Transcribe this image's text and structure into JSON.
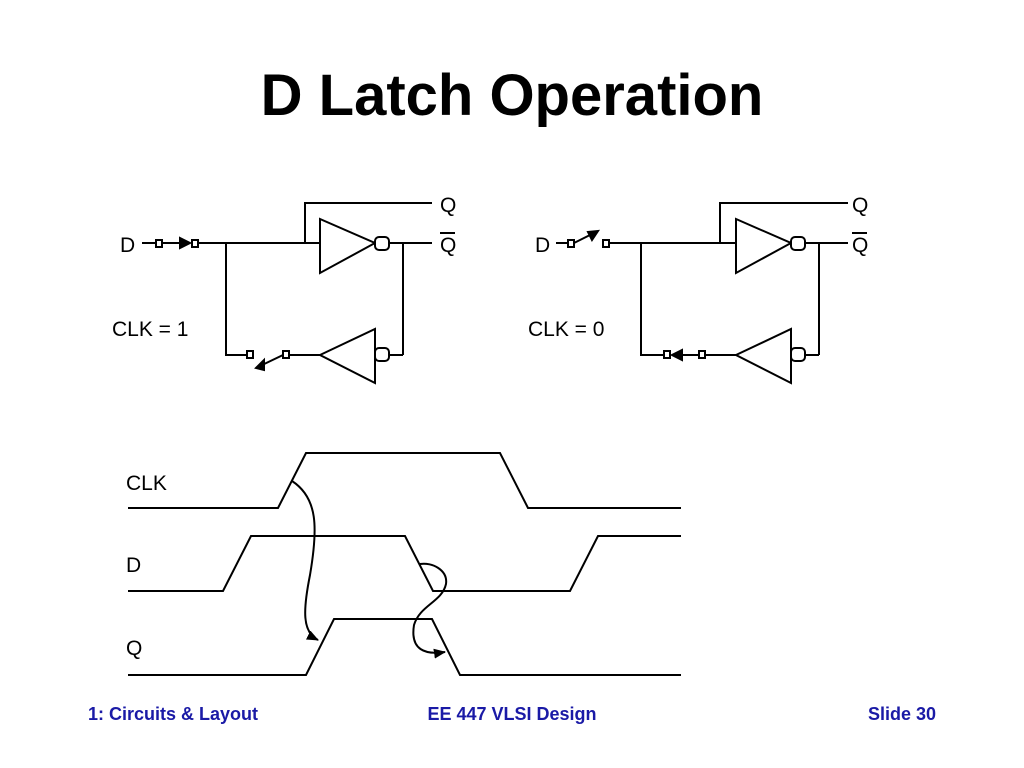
{
  "slide": {
    "title": "D Latch Operation"
  },
  "latch_left": {
    "d_label": "D",
    "q_label": "Q",
    "qbar_label": "Q",
    "clk_label": "CLK = 1"
  },
  "latch_right": {
    "d_label": "D",
    "q_label": "Q",
    "qbar_label": "Q",
    "clk_label": "CLK = 0"
  },
  "timing": {
    "signals": [
      "CLK",
      "D",
      "Q"
    ]
  },
  "footer": {
    "left": "1: Circuits & Layout",
    "center": "EE 447 VLSI Design",
    "right": "Slide 30",
    "text_color": "#1a1aa6"
  },
  "colors": {
    "ink": "#000000",
    "background": "#ffffff"
  }
}
